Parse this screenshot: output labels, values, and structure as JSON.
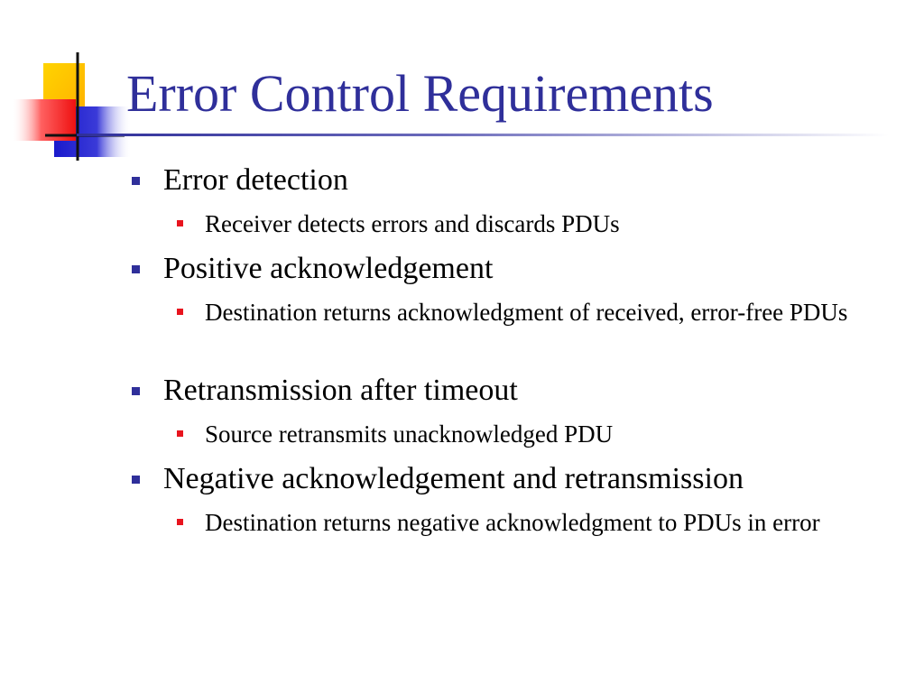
{
  "slide": {
    "title": "Error Control Requirements",
    "colors": {
      "title": "#2f2f9a",
      "level1_bullet": "#2f2f9a",
      "level2_bullet": "#e8141e",
      "rule": "#2f2f9a"
    }
  },
  "bullets": [
    {
      "text": "Error detection",
      "sub": [
        {
          "text": "Receiver detects errors and discards PDUs"
        }
      ]
    },
    {
      "text": "Positive acknowledgement",
      "sub": [
        {
          "text": "Destination returns acknowledgment of  received, error-free PDUs"
        }
      ]
    },
    {
      "text": "Retransmission after timeout",
      "sub": [
        {
          "text": "Source retransmits unacknowledged PDU"
        }
      ]
    },
    {
      "text": "Negative acknowledgement and retransmission",
      "sub": [
        {
          "text": "Destination returns negative acknowledgment to PDUs in error"
        }
      ]
    }
  ]
}
